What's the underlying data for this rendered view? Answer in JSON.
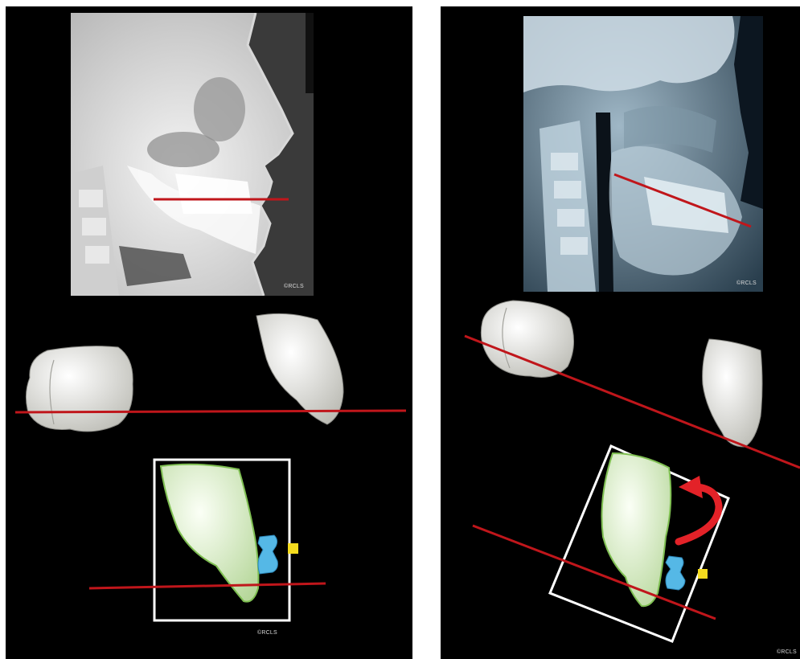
{
  "figure": {
    "panels": [
      {
        "id": "left",
        "xray_copyright": "©RCLS",
        "bottom_copyright": "©RCLS"
      },
      {
        "id": "right",
        "xray_copyright": "©RCLS",
        "bottom_copyright": "©RCLS"
      }
    ]
  },
  "colors": {
    "panel_background": "#000000",
    "plane_line": "#c0161b",
    "tooth_fill": "#f1f1ec",
    "crown_fill": "#e9f5dc",
    "crown_edge": "#7fbf52",
    "bracket": "#55b8e6",
    "marker": "#f5dc1e",
    "frame": "#ffffff",
    "rotation_arrow": "#e32228"
  },
  "icons": {
    "rotation": "curved-arrow-icon"
  }
}
